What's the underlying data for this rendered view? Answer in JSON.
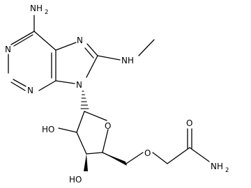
{
  "molecule": {
    "atom_labels": {
      "nh2_top": "NH",
      "nh2_top_sub": "2",
      "n1": "N",
      "n3": "N",
      "n7": "N",
      "n9": "N",
      "nh_methyl": "NH",
      "o_ring": "O",
      "o_ether": "O",
      "o_carbonyl": "O",
      "nh2_amide": "NH",
      "nh2_amide_sub": "2",
      "ho_top": "HO",
      "ho_bottom": "HO"
    }
  }
}
